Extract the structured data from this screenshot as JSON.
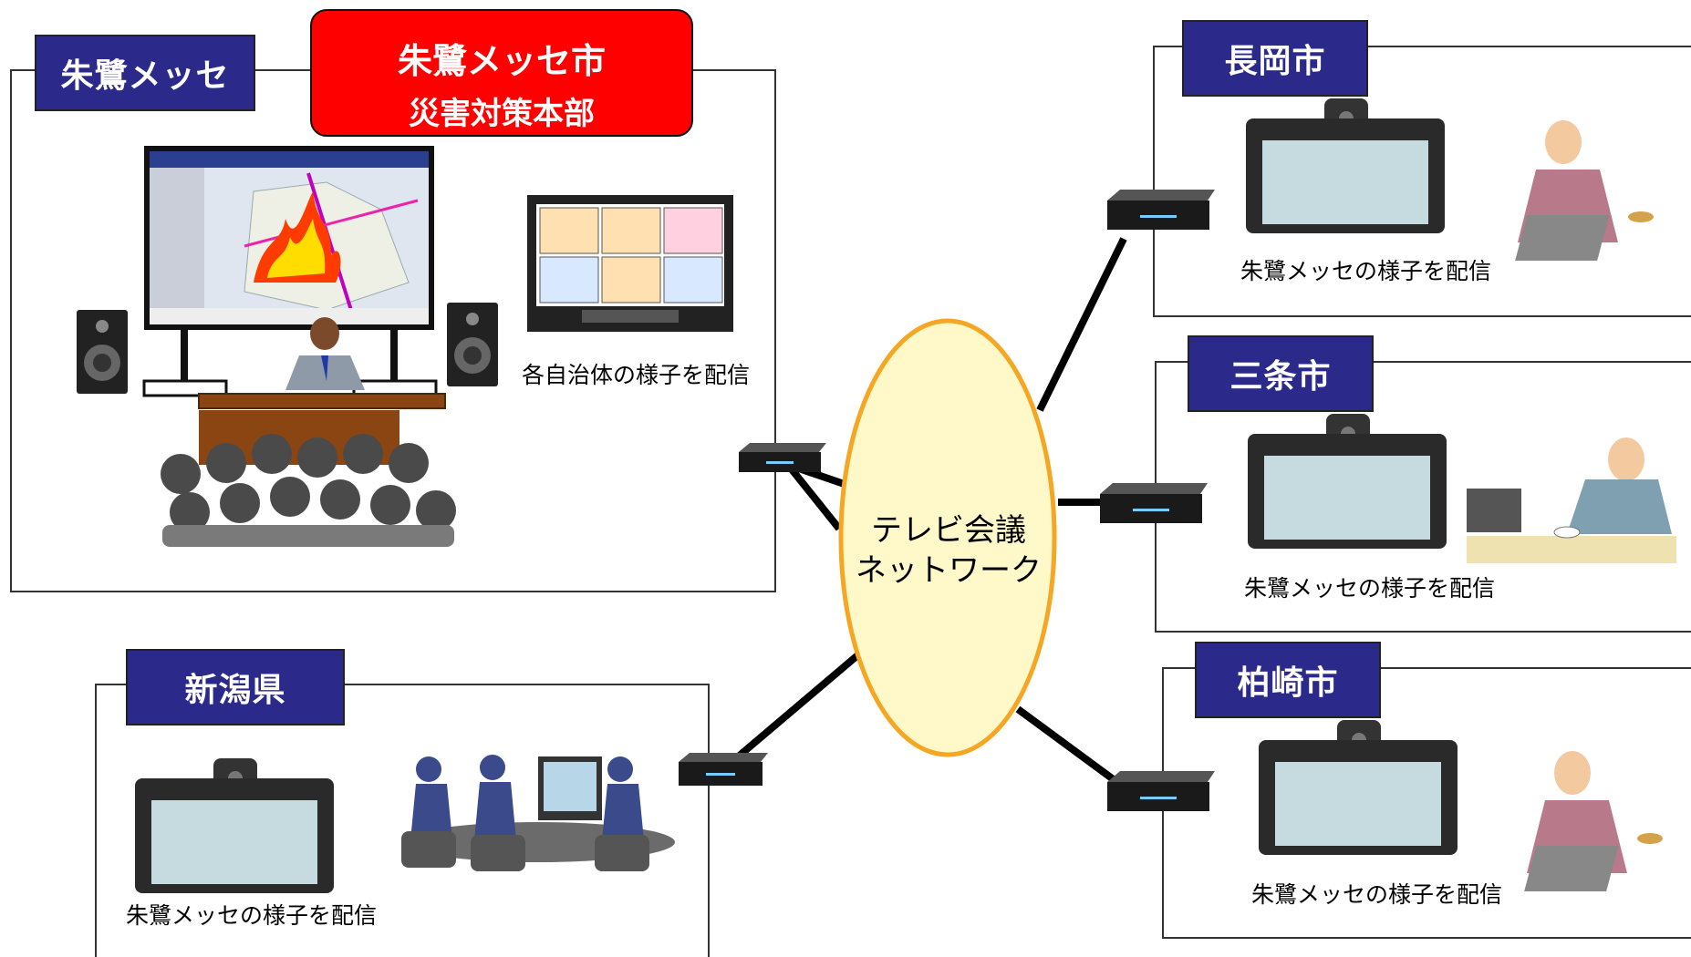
{
  "colors": {
    "label_bg": "#2b2a8a",
    "hq_bg": "#ff0000",
    "ellipse_fill": "#fff8c8",
    "ellipse_stroke": "#f5a623"
  },
  "messe": {
    "label": "朱鷺メッセ",
    "hq_line1": "朱鷺メッセ市",
    "hq_line2": "災害対策本部",
    "caption": "各自治体の様子を配信",
    "monitor_icon": "map-display-icon",
    "audience_icon": "audience-icon"
  },
  "network": {
    "line1": "テレビ会議",
    "line2": "ネットワーク"
  },
  "sites": {
    "nagaoka": {
      "label": "長岡市",
      "caption": "朱鷺メッセの様子を配信"
    },
    "sanjo": {
      "label": "三条市",
      "caption": "朱鷺メッセの様子を配信"
    },
    "kashiwazaki": {
      "label": "柏崎市",
      "caption": "朱鷺メッセの様子を配信"
    },
    "niigata": {
      "label": "新潟県",
      "caption": "朱鷺メッセの様子を配信"
    }
  }
}
